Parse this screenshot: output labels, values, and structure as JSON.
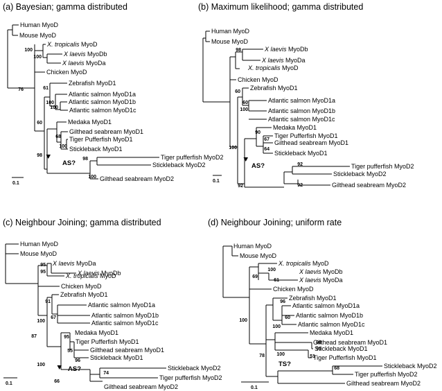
{
  "panels": [
    {
      "id": "a",
      "title": "(a) Bayesian; gamma distributed",
      "scale": "0.1",
      "event": "AS?",
      "taxa": [
        {
          "pre": "",
          "it": "",
          "post": "Human MyoD"
        },
        {
          "pre": "",
          "it": "",
          "post": "Mouse MyoD"
        },
        {
          "pre": "",
          "it": "X. tropicalis",
          "post": " MyoD"
        },
        {
          "pre": "",
          "it": "X laevis",
          "post": " MyoDb"
        },
        {
          "pre": "",
          "it": "X laevis",
          "post": " MyoDa"
        },
        {
          "pre": "",
          "it": "",
          "post": "Chicken MyoD"
        },
        {
          "pre": "",
          "it": "",
          "post": "Zebrafish MyoD1"
        },
        {
          "pre": "",
          "it": "",
          "post": "Atlantic salmon MyoD1a"
        },
        {
          "pre": "",
          "it": "",
          "post": "Atlantic salmon MyoD1b"
        },
        {
          "pre": "",
          "it": "",
          "post": "Atlantic salmon MyoD1c"
        },
        {
          "pre": "",
          "it": "",
          "post": "Medaka MyoD1"
        },
        {
          "pre": "",
          "it": "",
          "post": "Gilthead seabream MyoD1"
        },
        {
          "pre": "",
          "it": "",
          "post": "Tiger Pufferfish MyoD1"
        },
        {
          "pre": "",
          "it": "",
          "post": "Stickleback MyoD1"
        },
        {
          "pre": "",
          "it": "",
          "post": "Tiger pufferfish MyoD2"
        },
        {
          "pre": "",
          "it": "",
          "post": "Stickleback MyoD2"
        },
        {
          "pre": "",
          "it": "",
          "post": "Gilthead seabream MyoD2"
        }
      ],
      "support": [
        "100",
        "100",
        "76",
        "61",
        "100",
        "100",
        "68",
        "60",
        "100",
        "98",
        "98",
        "100"
      ]
    },
    {
      "id": "b",
      "title": "(b) Maximum likelihood; gamma distributed",
      "scale": "0.1",
      "event": "AS?",
      "taxa": [
        {
          "pre": "",
          "it": "",
          "post": "Human MyoD"
        },
        {
          "pre": "",
          "it": "",
          "post": "Mouse MyoD"
        },
        {
          "pre": "",
          "it": "X laevis",
          "post": " MyoDb"
        },
        {
          "pre": "",
          "it": "X laevis",
          "post": " MyoDa"
        },
        {
          "pre": "",
          "it": "X. tropicalis",
          "post": " MyoD"
        },
        {
          "pre": "",
          "it": "",
          "post": "Chicken MyoD"
        },
        {
          "pre": "",
          "it": "",
          "post": "Zebrafish MyoD1"
        },
        {
          "pre": "",
          "it": "",
          "post": "Atlantic salmon MyoD1a"
        },
        {
          "pre": "",
          "it": "",
          "post": "Atlantic salmon MyoD1b"
        },
        {
          "pre": "",
          "it": "",
          "post": "Atlantic salmon MyoD1c"
        },
        {
          "pre": "",
          "it": "",
          "post": "Medaka MyoD1"
        },
        {
          "pre": "",
          "it": "",
          "post": "Tiger Pufferfish MyoD1"
        },
        {
          "pre": "",
          "it": "",
          "post": "Gilthead seabream MyoD1"
        },
        {
          "pre": "",
          "it": "",
          "post": "Stickleback MyoD1"
        },
        {
          "pre": "",
          "it": "",
          "post": "Tiger pufferfish MyoD2"
        },
        {
          "pre": "",
          "it": "",
          "post": "Stickleback MyoD2"
        },
        {
          "pre": "",
          "it": "",
          "post": "Gilthead seabream MyoD2"
        }
      ],
      "support": [
        "98",
        "60",
        "60",
        "100",
        "90",
        "67",
        "64",
        "100",
        "92",
        "92",
        "92"
      ]
    },
    {
      "id": "c",
      "title": "(c) Neighbour Joining; gamma distributed",
      "scale": "0.1",
      "event": "AS?",
      "taxa": [
        {
          "pre": "",
          "it": "",
          "post": "Human MyoD"
        },
        {
          "pre": "",
          "it": "",
          "post": "Mouse MyoD"
        },
        {
          "pre": "",
          "it": "X laevis",
          "post": " MyoDa"
        },
        {
          "pre": "",
          "it": "X laevis",
          "post": " MyoDb"
        },
        {
          "pre": "",
          "it": "X. tropicalis",
          "post": " MyoD"
        },
        {
          "pre": "",
          "it": "",
          "post": "Chicken MyoD"
        },
        {
          "pre": "",
          "it": "",
          "post": "Zebrafish MyoD1"
        },
        {
          "pre": "",
          "it": "",
          "post": "Atlantic salmon MyoD1a"
        },
        {
          "pre": "",
          "it": "",
          "post": "Atlantic salmon MyoD1b"
        },
        {
          "pre": "",
          "it": "",
          "post": "Atlantic salmon MyoD1c"
        },
        {
          "pre": "",
          "it": "",
          "post": "Medaka MyoD1"
        },
        {
          "pre": "",
          "it": "",
          "post": "Tiger Pufferfish MyoD1"
        },
        {
          "pre": "",
          "it": "",
          "post": "Gilthead seabream MyoD1"
        },
        {
          "pre": "",
          "it": "",
          "post": "Stickleback MyoD1"
        },
        {
          "pre": "",
          "it": "",
          "post": "Stickleback MyoD2"
        },
        {
          "pre": "",
          "it": "",
          "post": "Tiger pufferfish MyoD2"
        },
        {
          "pre": "",
          "it": "",
          "post": "Gilthead seabream MyoD2"
        }
      ],
      "support": [
        "95",
        "95",
        "91",
        "67",
        "100",
        "87",
        "95",
        "55",
        "96",
        "100",
        "66",
        "74"
      ]
    },
    {
      "id": "d",
      "title": "(d) Neighbour Joining; uniform rate",
      "scale": "0.1",
      "event": "TS?",
      "taxa": [
        {
          "pre": "",
          "it": "",
          "post": "Human MyoD"
        },
        {
          "pre": "",
          "it": "",
          "post": "Mouse MyoD"
        },
        {
          "pre": "",
          "it": "X. tropicalis",
          "post": " MyoD"
        },
        {
          "pre": "",
          "it": "X laevis",
          "post": " MyoDb"
        },
        {
          "pre": "",
          "it": "X laevis",
          "post": " MyoDa"
        },
        {
          "pre": "",
          "it": "",
          "post": "Chicken MyoD"
        },
        {
          "pre": "",
          "it": "",
          "post": "Zebrafish MyoD1"
        },
        {
          "pre": "",
          "it": "",
          "post": "Atlantic salmon MyoD1a"
        },
        {
          "pre": "",
          "it": "",
          "post": "Atlantic salmon MyoD1b"
        },
        {
          "pre": "",
          "it": "",
          "post": "Atlantic salmon MyoD1c"
        },
        {
          "pre": "",
          "it": "",
          "post": "Medaka MyoD1"
        },
        {
          "pre": "",
          "it": "",
          "post": "Gilthead seabream MyoD1"
        },
        {
          "pre": "",
          "it": "",
          "post": "Stickleback MyoD1"
        },
        {
          "pre": "",
          "it": "",
          "post": "Tiger Pufferfish MyoD1"
        },
        {
          "pre": "",
          "it": "",
          "post": "Stickleback MyoD2"
        },
        {
          "pre": "",
          "it": "",
          "post": "Tiger pufferfish MyoD2"
        },
        {
          "pre": "",
          "it": "",
          "post": "Gilthead seabream MyoD2"
        }
      ],
      "support": [
        "100",
        "61",
        "69",
        "96",
        "60",
        "100",
        "100",
        "98",
        "99",
        "51",
        "100",
        "78",
        "68"
      ]
    }
  ]
}
